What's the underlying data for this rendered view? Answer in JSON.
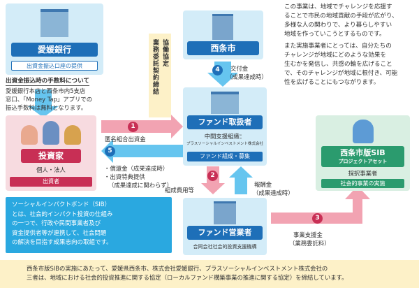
{
  "ehime": {
    "name": "愛媛銀行",
    "role": "出資金振込口座の提供",
    "fee_title": "出資金振込時の手数料について",
    "fee_lines": [
      "愛媛銀行本店と西条市内5支店",
      "窓口、「Money Tap」アプリでの",
      "振込手数料は無料となります。"
    ]
  },
  "kyodo_label": "協働協定",
  "gyomu_label": "業務委託契約締結",
  "saijo": {
    "name": "西条市",
    "step": "4",
    "label": "交付金",
    "sub": "（成果達成時）"
  },
  "intro_lines": [
    "この事業は、地域でチャレンジを応援す",
    "ることで市民の地域貢献の手段が広がり、",
    "多様な人の関わりで、より暮らしやすい",
    "地域を作っていこうとするものです。",
    "また実施事業者にとっては、自分たちの",
    "チャレンジが地域にどのような効果を",
    "生むかを発信し、共感の輪を広げること",
    "で、そのチャレンジが地域に根付き、可能",
    "性を広げることにもつながります。"
  ],
  "investor": {
    "name": "投資家",
    "types": "個人・法人",
    "role": "出資者"
  },
  "fund_handler": {
    "name": "ファンド取扱者",
    "org_label": "中間支援組織：",
    "org": "プラスソーシャルインベストメント株式会社",
    "role": "ファンド組成・募集"
  },
  "sib": {
    "name": "西条市版SIB",
    "sub": "プロジェクトアセット",
    "role1": "採択事業者",
    "role2": "社会的事業の実施"
  },
  "step1": {
    "num": "1",
    "label": "匿名組合出資金"
  },
  "step5": {
    "num": "5",
    "lines": [
      "・償還金（成果達成時）",
      "・出資特典提供",
      "（成果達成に関わらず）"
    ]
  },
  "step2": {
    "num": "2",
    "label": "組成費用等"
  },
  "reward": {
    "label": "報酬金",
    "sub": "（成果達成時）"
  },
  "fund_operator": {
    "name": "ファンド営業者",
    "org": "合同会社社会的投資支援機構"
  },
  "step3": {
    "num": "3",
    "label": "事業支援金",
    "sub": "（業務委託料）"
  },
  "sib_def_lines": [
    "ソーシャルインパクトボンド（SIB）",
    "とは、社会的インパクト投資の仕組み",
    "の一つで、行政や民間事業者及び",
    "資金提供者等が連携して、社会問題",
    "の解決を目指す成果志向の取組です。"
  ],
  "footer_lines": [
    "西条市版SIBの実施にあたって、愛媛県西条市、株式会社愛媛銀行、プラスソーシャルインベストメント株式会社の",
    "三者は、地域における社会的投資推進に関する協定（ローカルファンド構築事業の推進に関する協定）を締結しています。"
  ],
  "colors": {
    "blue": "#1e6fb8",
    "light_blue": "#bfe3f5",
    "pink": "#c82f55",
    "light_pink": "#f7dbe0",
    "green": "#2b9b6e",
    "light_green": "#d9efe2",
    "arrow_blue": "#66c5ef",
    "arrow_pink": "#f2a3b2",
    "footer_bg": "#fdf1c8"
  }
}
